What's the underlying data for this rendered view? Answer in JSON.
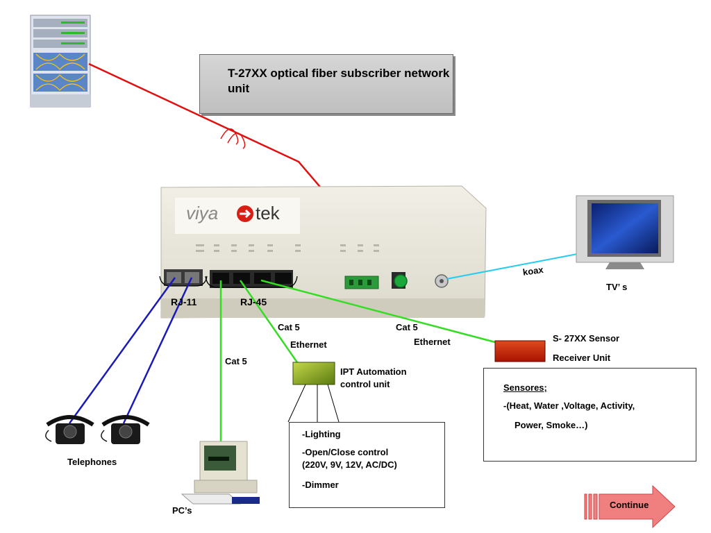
{
  "title": "T-27XX optical fiber subscriber network unit",
  "device": {
    "brand": "viya",
    "brand_suffix": "tek",
    "port_rj11": "RJ-11",
    "port_rj45": "RJ-45"
  },
  "tv": {
    "label": "TV’ s",
    "link": "koax"
  },
  "links": {
    "cat5_pc": "Cat 5",
    "cat5_ipt_line1": "Cat 5",
    "cat5_ipt_line2": "Ethernet",
    "cat5_sensor_line1": "Cat 5",
    "cat5_sensor_line2": "Ethernet"
  },
  "sensor_unit": {
    "line1": "S- 27XX Sensor",
    "line2": "Receiver Unit"
  },
  "sensors_box": {
    "heading": "Sensores;",
    "line1": "-(Heat, Water ,Voltage, Activity,",
    "line2": "Power, Smoke…)"
  },
  "ipt_unit": {
    "line1": "IPT Automation",
    "line2": "control unit"
  },
  "ipt_box": {
    "item1": "-Lighting",
    "item2_line1": "-Open/Close control",
    "item2_line2": "(220V,  9V, 12V, AC/DC)",
    "item3": "-Dimmer"
  },
  "telephones": {
    "label": "Telephones"
  },
  "pcs": {
    "label": "PC’s"
  },
  "continue_button": {
    "label": "Continue"
  },
  "colors": {
    "fiber": "#e01010",
    "phone_line": "#1a1ab8",
    "ethernet": "#33dd22",
    "koax": "#22ccee",
    "sensor_unit": "#c81a00",
    "ipt_unit": "#8fae1a",
    "continue_fill": "#f08080"
  }
}
